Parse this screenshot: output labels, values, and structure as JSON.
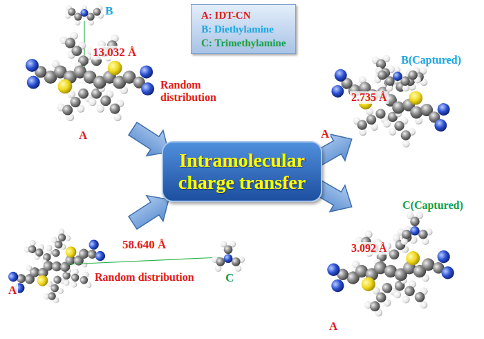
{
  "diagram": {
    "nodes": [
      {
        "text": [
          "A: IDT-CN",
          "B: Diethylamine",
          "C: Trimethylamine"
        ]
      },
      {
        "text": [
          "Intramolecular charge transfer"
        ]
      }
    ],
    "labels": [
      "B",
      "13.032 Å",
      "Random distribution",
      "A",
      "B(Captured)",
      "2.735 Å",
      "A",
      "58.640 Å",
      "Random distribution",
      "A",
      "C",
      "C(Captured)",
      "3.092 Å",
      "A"
    ]
  }
}
